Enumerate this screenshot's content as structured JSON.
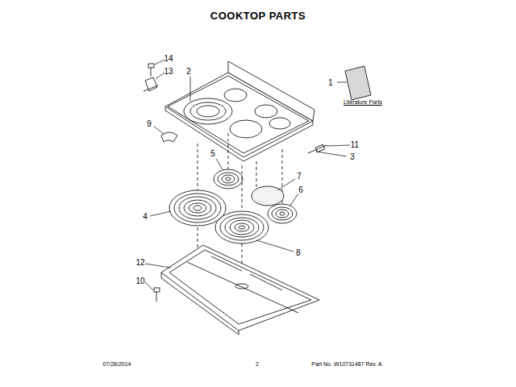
{
  "diagram": {
    "title": "COOKTOP PARTS",
    "labels": [
      "14",
      "2",
      "13",
      "1",
      "Literature Parts",
      "9",
      "11",
      "3",
      "5",
      "7",
      "6",
      "4",
      "8",
      "12",
      "10",
      "07/28/2014",
      "2",
      "Part No. W10731487  Rev. A"
    ]
  }
}
